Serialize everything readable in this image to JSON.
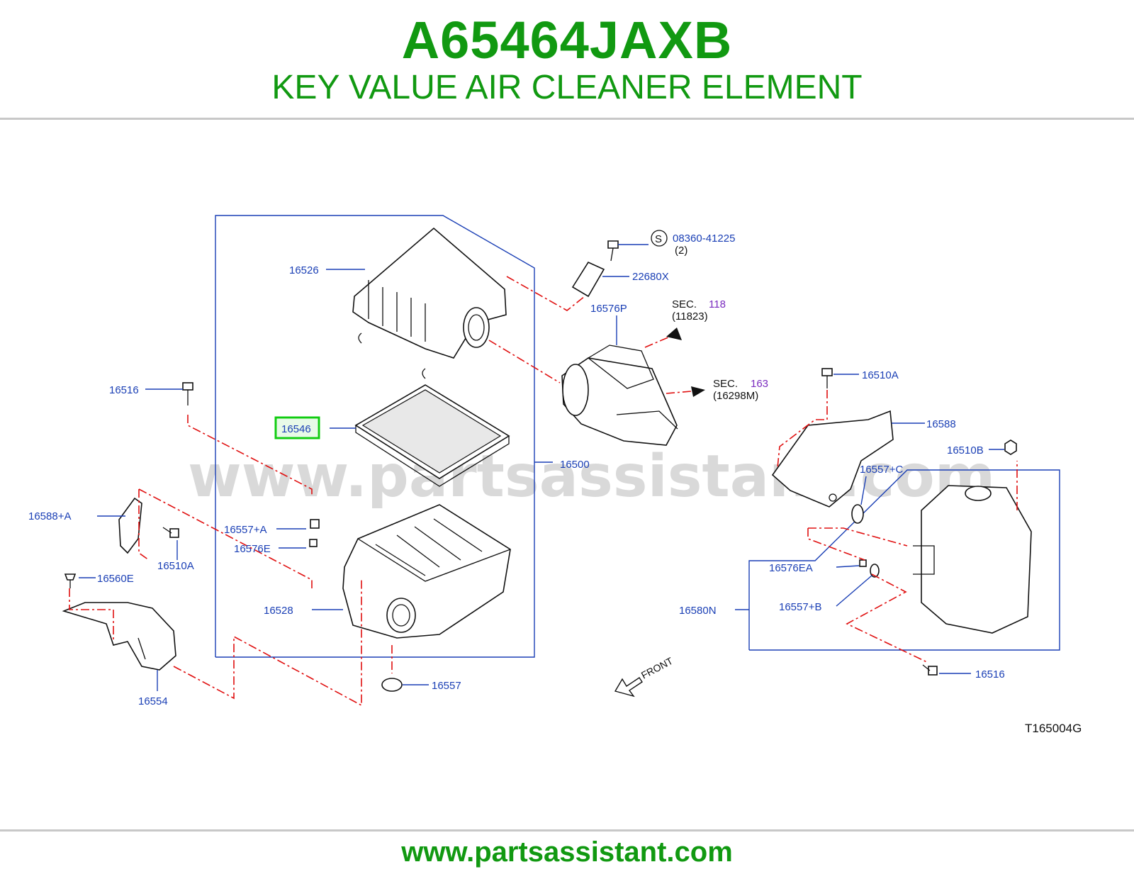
{
  "header": {
    "part_number": "A65464JAXB",
    "part_name": "KEY VALUE AIR CLEANER ELEMENT"
  },
  "footer": {
    "url": "www.partsassistant.com"
  },
  "colors": {
    "title_green": "#119911",
    "label_blue": "#1a3fb5",
    "highlight_green": "#11cc11",
    "leader_red": "#e01010"
  },
  "diagram": {
    "watermark": "www.partsassistant.com",
    "code": "T165004G",
    "front": "FRONT",
    "highlighted": "16546",
    "callouts": {
      "p16526": "16526",
      "p16546": "16546",
      "p16500": "16500",
      "p16516a": "16516",
      "p16588a": "16588+A",
      "p16557a": "16557+A",
      "p16576e": "16576E",
      "p16510a_left": "16510A",
      "p16560e": "16560E",
      "p16528": "16528",
      "p16554": "16554",
      "p16557": "16557",
      "p08360": "08360-41225",
      "p08360_qty": "(2)",
      "p22680x": "22680X",
      "p16576p": "16576P",
      "sec1_label": "SEC.",
      "sec1_num": "118",
      "sec1_ref": "(11823)",
      "sec2_label": "SEC.",
      "sec2_num": "163",
      "sec2_ref": "(16298M)",
      "p16510a_right": "16510A",
      "p16588": "16588",
      "p16510b": "16510B",
      "p16557c": "16557+C",
      "p16576ea": "16576EA",
      "p16557b": "16557+B",
      "p16580n": "16580N",
      "p16516b": "16516",
      "s_symbol": "S"
    }
  }
}
